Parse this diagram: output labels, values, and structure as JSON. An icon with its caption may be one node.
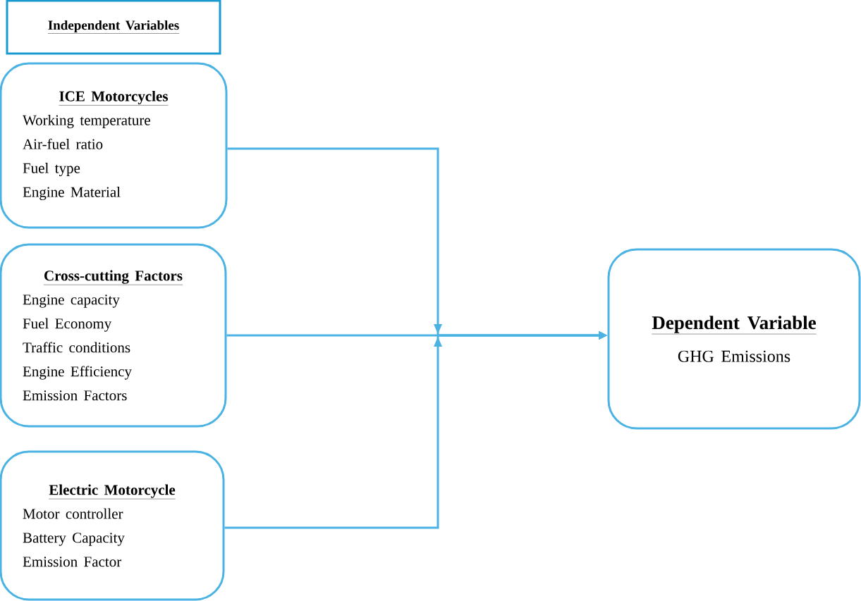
{
  "diagram": {
    "nodes": [
      {
        "text": [
          "Independent Variables"
        ]
      },
      {
        "text": [
          "ICE Motorcycles",
          "Working temperature",
          "Air-fuel ratio",
          "Fuel type",
          "Engine Material"
        ]
      },
      {
        "text": [
          "Cross-cutting Factors",
          "Engine capacity",
          "Fuel Economy",
          "Traffic conditions",
          "Engine Efficiency",
          "Emission Factors"
        ]
      },
      {
        "text": [
          "Electric Motorcycle",
          "Motor controller",
          "Battery Capacity",
          "Emission Factor"
        ]
      },
      {
        "text": [
          "Dependent Variable",
          "GHG Emissions"
        ]
      }
    ],
    "edges": [
      {
        "from": 1,
        "to": 4,
        "arrow": "to"
      },
      {
        "from": 2,
        "to": 4,
        "arrow": "to"
      },
      {
        "from": 3,
        "to": 4,
        "arrow": "to"
      }
    ]
  }
}
